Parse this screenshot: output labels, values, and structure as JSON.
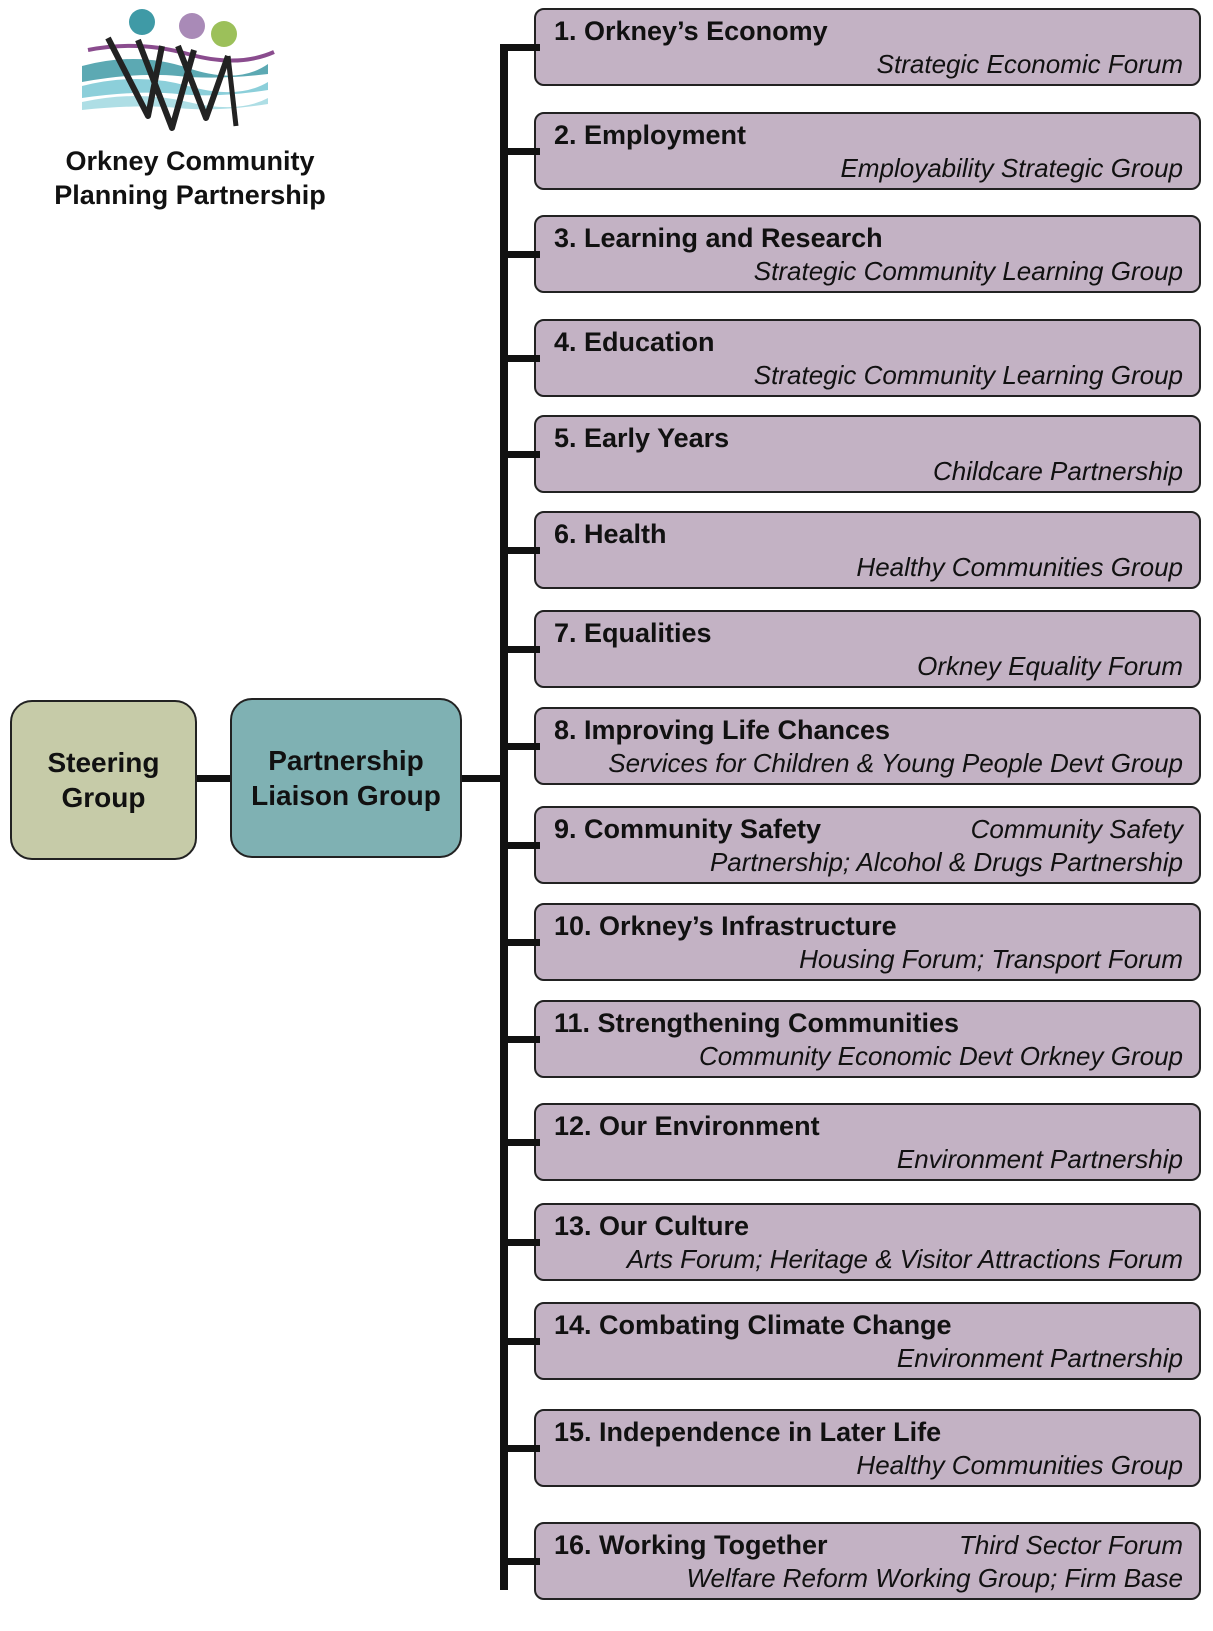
{
  "organisation": {
    "name_line1": "Orkney Community",
    "name_line2": "Planning Partnership"
  },
  "steering_group": {
    "line1": "Steering",
    "line2": "Group"
  },
  "liaison_group": {
    "line1": "Partnership",
    "line2": "Liaison Group"
  },
  "colors": {
    "steering_fill": "#c6cba8",
    "liaison_fill": "#7fb1b3",
    "topic_fill": "#c3b2c4",
    "logo_teal": "#3f9aa6",
    "logo_purple": "#a98ab7",
    "logo_green": "#9cc05a"
  },
  "topics": [
    {
      "title": "1. Orkney’s Economy",
      "group": "Strategic Economic Forum"
    },
    {
      "title": "2. Employment",
      "group": "Employability  Strategic Group"
    },
    {
      "title": "3. Learning and Research",
      "group": "Strategic Community Learning Group"
    },
    {
      "title": "4. Education",
      "group": "Strategic Community Learning Group"
    },
    {
      "title": "5. Early Years",
      "group": "Childcare Partnership"
    },
    {
      "title": "6. Health",
      "group": "Healthy Communities Group"
    },
    {
      "title": "7. Equalities",
      "group": "Orkney Equality Forum"
    },
    {
      "title": "8. Improving Life Chances",
      "group": "Services for Children  &  Young People  Devt Group"
    },
    {
      "title": "9. Community Safety",
      "group_top": "Community Safety",
      "group": "Partnership; Alcohol & Drugs Partnership"
    },
    {
      "title": "10. Orkney’s Infrastructure",
      "group": "Housing Forum; Transport Forum"
    },
    {
      "title": "11. Strengthening Communities",
      "group": "Community Economic Devt Orkney Group"
    },
    {
      "title": "12. Our Environment",
      "group": "Environment  Partnership"
    },
    {
      "title": "13. Our Culture",
      "group": "Arts Forum; Heritage & Visitor Attractions Forum"
    },
    {
      "title": "14. Combating Climate Change",
      "group": "Environment  Partnership"
    },
    {
      "title": "15. Independence in Later Life",
      "group": "Healthy Communities Group"
    },
    {
      "title": "16. Working Together",
      "group_top": "Third Sector Forum",
      "group": "Welfare Reform Working Group; Firm Base"
    }
  ]
}
